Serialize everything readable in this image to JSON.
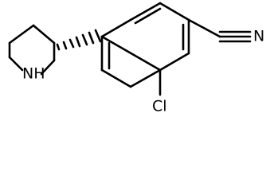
{
  "molecule": {
    "atoms": {
      "nitrogen_nitrile": "N",
      "chlorine": "Cl",
      "amine": "NH"
    },
    "stereo_bond": "hashed-wedge"
  }
}
